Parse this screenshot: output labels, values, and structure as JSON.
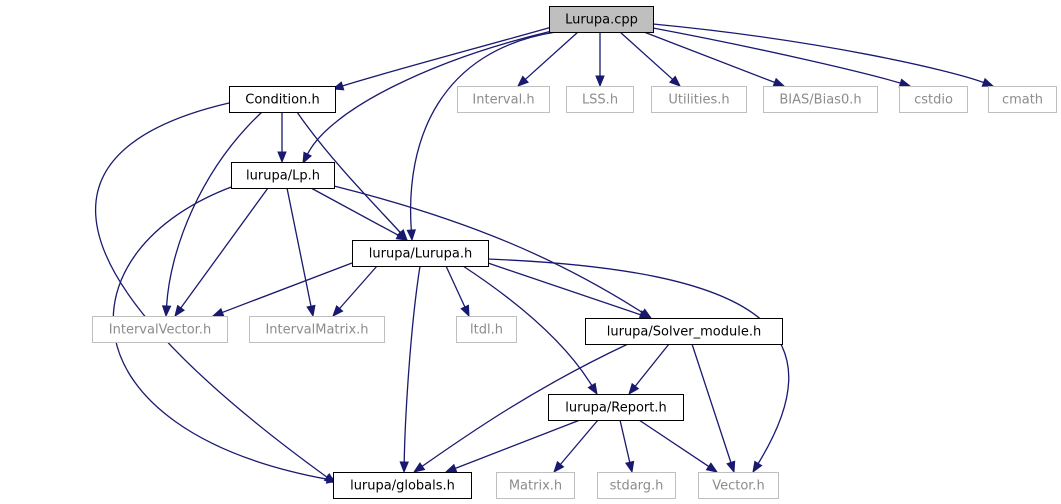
{
  "graph": {
    "colors": {
      "edge": "#191970",
      "documented_border": "#000000",
      "external_border": "#bfbfbf",
      "external_text": "#8c8c8c",
      "root_fill": "#bfbfbf"
    },
    "nodes": [
      {
        "id": "lurupa_cpp",
        "label": "Lurupa.cpp",
        "kind": "root"
      },
      {
        "id": "condition_h",
        "label": "Condition.h",
        "kind": "documented"
      },
      {
        "id": "interval_h",
        "label": "Interval.h",
        "kind": "external"
      },
      {
        "id": "lss_h",
        "label": "LSS.h",
        "kind": "external"
      },
      {
        "id": "utilities_h",
        "label": "Utilities.h",
        "kind": "external"
      },
      {
        "id": "bias0_h",
        "label": "BIAS/Bias0.h",
        "kind": "external"
      },
      {
        "id": "cstdio",
        "label": "cstdio",
        "kind": "external"
      },
      {
        "id": "cmath",
        "label": "cmath",
        "kind": "external"
      },
      {
        "id": "lp_h",
        "label": "lurupa/Lp.h",
        "kind": "documented"
      },
      {
        "id": "lurupa_h",
        "label": "lurupa/Lurupa.h",
        "kind": "documented"
      },
      {
        "id": "intervalvector_h",
        "label": "IntervalVector.h",
        "kind": "external"
      },
      {
        "id": "intervalmatrix_h",
        "label": "IntervalMatrix.h",
        "kind": "external"
      },
      {
        "id": "ltdl_h",
        "label": "ltdl.h",
        "kind": "external"
      },
      {
        "id": "solver_module_h",
        "label": "lurupa/Solver_module.h",
        "kind": "documented"
      },
      {
        "id": "report_h",
        "label": "lurupa/Report.h",
        "kind": "documented"
      },
      {
        "id": "globals_h",
        "label": "lurupa/globals.h",
        "kind": "documented"
      },
      {
        "id": "matrix_h",
        "label": "Matrix.h",
        "kind": "external"
      },
      {
        "id": "stdarg_h",
        "label": "stdarg.h",
        "kind": "external"
      },
      {
        "id": "vector_h",
        "label": "Vector.h",
        "kind": "external"
      }
    ],
    "edges": [
      {
        "from": "lurupa_cpp",
        "to": "condition_h"
      },
      {
        "from": "lurupa_cpp",
        "to": "lp_h"
      },
      {
        "from": "lurupa_cpp",
        "to": "lurupa_h"
      },
      {
        "from": "lurupa_cpp",
        "to": "interval_h"
      },
      {
        "from": "lurupa_cpp",
        "to": "lss_h"
      },
      {
        "from": "lurupa_cpp",
        "to": "utilities_h"
      },
      {
        "from": "lurupa_cpp",
        "to": "bias0_h"
      },
      {
        "from": "lurupa_cpp",
        "to": "cstdio"
      },
      {
        "from": "lurupa_cpp",
        "to": "cmath"
      },
      {
        "from": "condition_h",
        "to": "lp_h"
      },
      {
        "from": "condition_h",
        "to": "lurupa_h"
      },
      {
        "from": "condition_h",
        "to": "intervalvector_h"
      },
      {
        "from": "condition_h",
        "to": "globals_h"
      },
      {
        "from": "lp_h",
        "to": "lurupa_h"
      },
      {
        "from": "lp_h",
        "to": "intervalvector_h"
      },
      {
        "from": "lp_h",
        "to": "intervalmatrix_h"
      },
      {
        "from": "lp_h",
        "to": "solver_module_h"
      },
      {
        "from": "lp_h",
        "to": "globals_h"
      },
      {
        "from": "lurupa_h",
        "to": "intervalvector_h"
      },
      {
        "from": "lurupa_h",
        "to": "intervalmatrix_h"
      },
      {
        "from": "lurupa_h",
        "to": "ltdl_h"
      },
      {
        "from": "lurupa_h",
        "to": "solver_module_h"
      },
      {
        "from": "lurupa_h",
        "to": "report_h"
      },
      {
        "from": "lurupa_h",
        "to": "globals_h"
      },
      {
        "from": "lurupa_h",
        "to": "vector_h"
      },
      {
        "from": "solver_module_h",
        "to": "report_h"
      },
      {
        "from": "solver_module_h",
        "to": "globals_h"
      },
      {
        "from": "solver_module_h",
        "to": "vector_h"
      },
      {
        "from": "report_h",
        "to": "globals_h"
      },
      {
        "from": "report_h",
        "to": "matrix_h"
      },
      {
        "from": "report_h",
        "to": "stdarg_h"
      },
      {
        "from": "report_h",
        "to": "vector_h"
      }
    ]
  }
}
